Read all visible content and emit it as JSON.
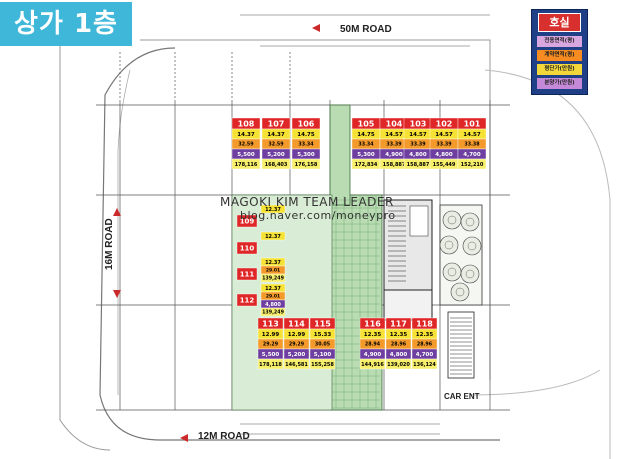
{
  "floor_label": "상가 1층",
  "legend": {
    "title": "호실",
    "items": [
      {
        "label": "전용면적(평)",
        "color": "#d9a7e0"
      },
      {
        "label": "계약면적(평)",
        "color": "#f58b21"
      },
      {
        "label": "평단가(만원)",
        "color": "#f3d63a"
      },
      {
        "label": "분양가(만원)",
        "color": "#c58ad7"
      }
    ]
  },
  "roads": {
    "north": "50M ROAD",
    "west": "16M ROAD",
    "south": "12M ROAD"
  },
  "watermark": {
    "line1": "MAGOKI KIM TEAM LEADER",
    "line2": "blog.naver.com/moneypro"
  },
  "car_entry": "CAR ENT",
  "colors": {
    "unit_number_bg": "#e02727",
    "unit_area_bg": "#f6e235",
    "contract_area_bg": "#f39a2b",
    "price_bg": "#6e3fa0",
    "total_bg": "#f7ef6b"
  },
  "units": [
    {
      "no": "108",
      "area": "14.37",
      "contract": "32.59",
      "price": "5,500",
      "total": "178,116"
    },
    {
      "no": "107",
      "area": "14.37",
      "contract": "32.59",
      "price": "5,200",
      "total": "168,403"
    },
    {
      "no": "106",
      "area": "14.75",
      "contract": "33.34",
      "price": "5,300",
      "total": "176,158"
    },
    {
      "no": "105",
      "area": "14.75",
      "contract": "33.34",
      "price": "5,300",
      "total": "172,834"
    },
    {
      "no": "104",
      "area": "14.57",
      "contract": "33.39",
      "price": "4,900",
      "total": "158,887"
    },
    {
      "no": "103",
      "area": "14.57",
      "contract": "33.39",
      "price": "4,800",
      "total": "158,887"
    },
    {
      "no": "102",
      "area": "14.57",
      "contract": "33.39",
      "price": "4,800",
      "total": "155,449"
    },
    {
      "no": "101",
      "area": "14.57",
      "contract": "33.38",
      "price": "4,700",
      "total": "152,210"
    },
    {
      "no": "109",
      "area": "12.37",
      "contract": "",
      "price": "",
      "total": ""
    },
    {
      "no": "110",
      "area": "12.37",
      "contract": "",
      "price": "",
      "total": ""
    },
    {
      "no": "111",
      "area": "12.37",
      "contract": "29.01",
      "price": "",
      "total": "139,249"
    },
    {
      "no": "112",
      "area": "12.37",
      "contract": "29.01",
      "price": "4,800",
      "total": "139,249"
    },
    {
      "no": "113",
      "area": "12.99",
      "contract": "29.29",
      "price": "5,500",
      "total": "178,118"
    },
    {
      "no": "114",
      "area": "12.99",
      "contract": "29.29",
      "price": "5,200",
      "total": "146,581"
    },
    {
      "no": "115",
      "area": "15.33",
      "contract": "30.05",
      "price": "5,100",
      "total": "155,258"
    },
    {
      "no": "116",
      "area": "12.35",
      "contract": "28.94",
      "price": "4,900",
      "total": "144,916"
    },
    {
      "no": "117",
      "area": "12.35",
      "contract": "28.96",
      "price": "4,800",
      "total": "139,020"
    },
    {
      "no": "118",
      "area": "12.35",
      "contract": "28.96",
      "price": "4,700",
      "total": "136,124"
    }
  ]
}
